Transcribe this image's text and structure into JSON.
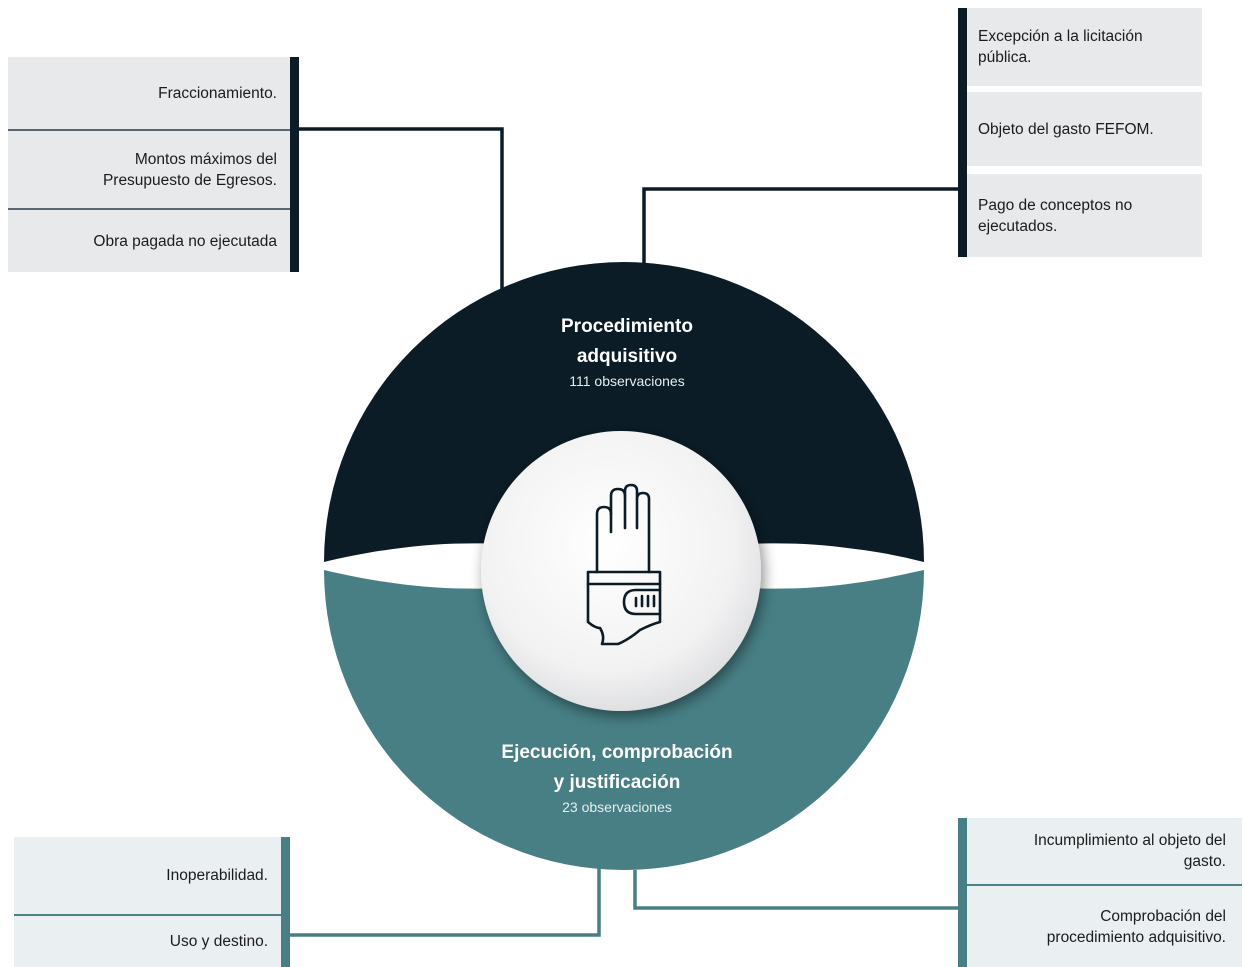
{
  "top_category": {
    "title_line1": "Procedimiento",
    "title_line2": "adquisitivo",
    "count": "111 observaciones",
    "color": "#0b1c26"
  },
  "bottom_category": {
    "title_line1": "Ejecución, comprobación",
    "title_line2": "y justificación",
    "count": "23 observaciones",
    "color": "#477f85"
  },
  "top_left_list": [
    "Fraccionamiento.",
    "Montos máximos del\nPresupuesto de Egresos.",
    "Obra pagada no ejecutada"
  ],
  "top_right_list": [
    "Excepción a la licitación\npública.",
    "Objeto del gasto FEFOM.",
    "Pago de conceptos no\nejecutados."
  ],
  "bottom_left_list": [
    "Inoperabilidad.",
    "Uso y destino."
  ],
  "bottom_right_list": [
    "Incumplimiento al objeto del\ngasto.",
    "Comprobación del\nprocedimiento adquisitivo."
  ],
  "center_icon": "raised-hand-in-cuff-icon"
}
